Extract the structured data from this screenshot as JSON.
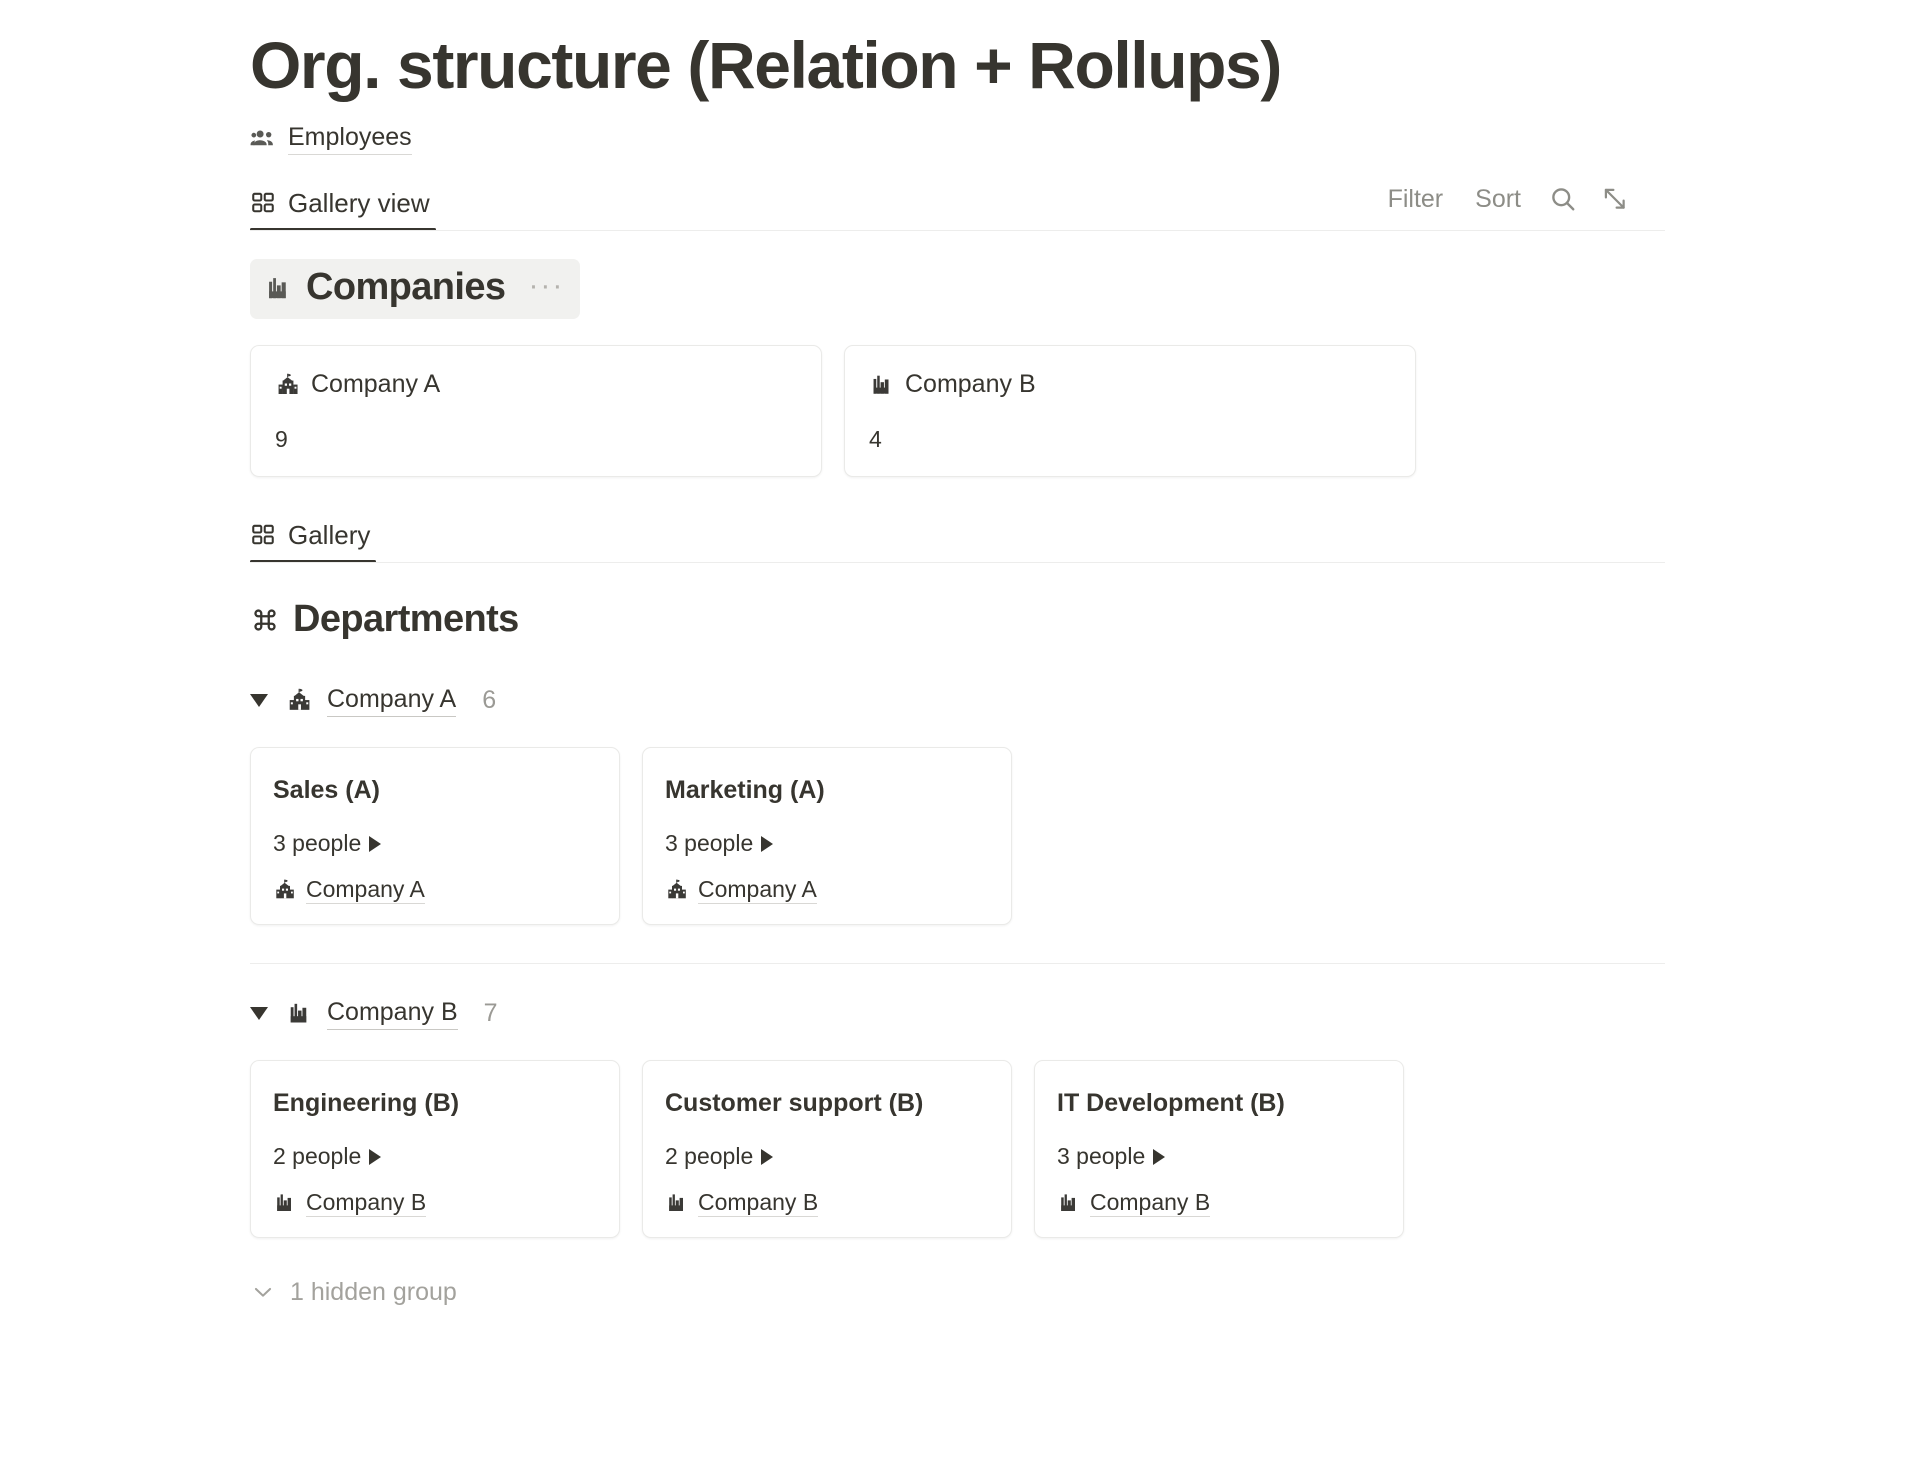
{
  "page": {
    "title": "Org. structure (Relation + Rollups)"
  },
  "source": {
    "icon": "people-group-icon",
    "label": "Employees"
  },
  "toolbar": {
    "tab_label": "Gallery view",
    "tab_icon": "gallery-grid-icon",
    "filter_label": "Filter",
    "sort_label": "Sort",
    "search_icon": "search-icon",
    "expand_icon": "expand-diagonal-icon"
  },
  "companies_section": {
    "icon": "factory-building-icon",
    "title": "Companies",
    "menu": "···",
    "cards": [
      {
        "icon": "school-building-icon",
        "title": "Company A",
        "count": "9"
      },
      {
        "icon": "factory-building-icon",
        "title": "Company B",
        "count": "4"
      }
    ]
  },
  "departments_view": {
    "tab_label": "Gallery",
    "tab_icon": "gallery-grid-icon"
  },
  "departments_section": {
    "icon": "command-icon",
    "title": "Departments",
    "groups": [
      {
        "icon": "school-building-icon",
        "name": "Company A",
        "count": "6",
        "cards": [
          {
            "title": "Sales (A)",
            "people": "3 people",
            "relation_icon": "school-building-icon",
            "relation_label": "Company A"
          },
          {
            "title": "Marketing (A)",
            "people": "3 people",
            "relation_icon": "school-building-icon",
            "relation_label": "Company A"
          }
        ]
      },
      {
        "icon": "factory-building-icon",
        "name": "Company B",
        "count": "7",
        "cards": [
          {
            "title": "Engineering (B)",
            "people": "2 people",
            "relation_icon": "factory-building-icon",
            "relation_label": "Company B"
          },
          {
            "title": "Customer support (B)",
            "people": "2 people",
            "relation_icon": "factory-building-icon",
            "relation_label": "Company B"
          },
          {
            "title": "IT Development (B)",
            "people": "3 people",
            "relation_icon": "factory-building-icon",
            "relation_label": "Company B"
          }
        ]
      }
    ],
    "hidden_group_label": "1 hidden group",
    "hidden_group_icon": "chevron-down-icon"
  }
}
